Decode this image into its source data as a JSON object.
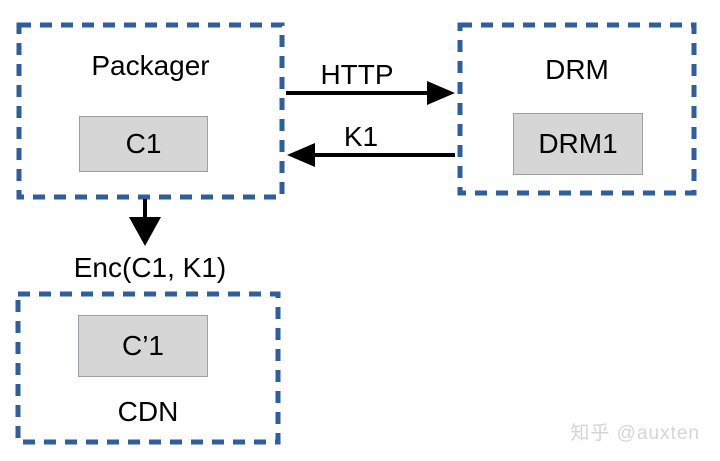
{
  "colors": {
    "canvas_bg": "#ffffff",
    "box_border": "#2f5e9e",
    "chip_fill": "#d6d6d6",
    "chip_border": "#9aa0a8",
    "arrow": "#000000",
    "ink": "#000000",
    "watermark": "#d5d5d5"
  },
  "nodes": {
    "packager": {
      "label": "Packager",
      "chip": "C1"
    },
    "drm": {
      "label": "DRM",
      "chip": "DRM1"
    },
    "cdn": {
      "label": "CDN",
      "chip": "C’1"
    }
  },
  "edges": {
    "http": {
      "label": "HTTP",
      "from": "Packager",
      "to": "DRM"
    },
    "k1": {
      "label": "K1",
      "from": "DRM",
      "to": "Packager"
    },
    "enc": {
      "label": "Enc(C1, K1)",
      "from": "Packager",
      "to": "CDN"
    }
  },
  "watermark": {
    "text": "知乎 @auxten"
  }
}
